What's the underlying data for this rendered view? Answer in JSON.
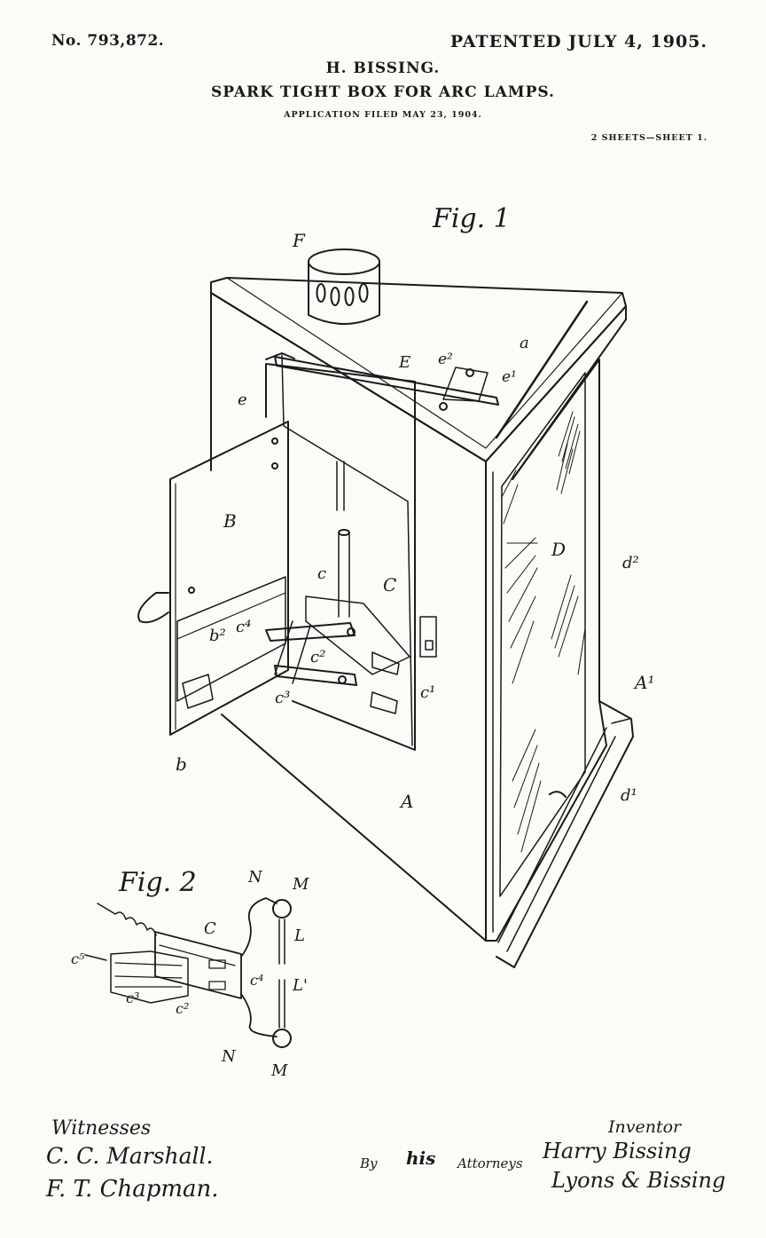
{
  "header": {
    "patent_number": "No. 793,872.",
    "patented_date": "PATENTED JULY 4, 1905.",
    "inventor": "H. BISSING.",
    "title": "SPARK TIGHT BOX FOR ARC LAMPS.",
    "application": "APPLICATION FILED MAY 23, 1904.",
    "sheets": "2 SHEETS—SHEET 1."
  },
  "figures": {
    "fig1": {
      "caption": "Fig. 1",
      "labels": {
        "F": "F",
        "a": "a",
        "E": "E",
        "e2": "e²",
        "e1": "e¹",
        "e": "e",
        "B": "B",
        "D": "D",
        "d2": "d²",
        "c": "c",
        "C": "C",
        "b2": "b²",
        "c4": "c⁴",
        "c2": "c²",
        "c3": "c³",
        "c1": "c¹",
        "A1": "A¹",
        "b": "b",
        "d1": "d¹",
        "A": "A"
      }
    },
    "fig2": {
      "caption": "Fig. 2",
      "labels": {
        "N_top": "N",
        "M_top": "M",
        "C": "C",
        "L": "L",
        "c5": "c⁵",
        "c4": "c⁴",
        "L_prime": "L'",
        "c3": "c³",
        "c2": "c²",
        "N_bottom": "N",
        "M_bottom": "M"
      }
    }
  },
  "signatures": {
    "witnesses_heading": "Witnesses",
    "witness_1": "C. C. Marshall.",
    "witness_2": "F. T. Chapman.",
    "inventor_heading": "Inventor",
    "inventor_signature": "Harry Bissing",
    "by": "By",
    "his": "his",
    "attorneys": "Attorneys",
    "attorneys_signature": "Lyons & Bissing"
  }
}
